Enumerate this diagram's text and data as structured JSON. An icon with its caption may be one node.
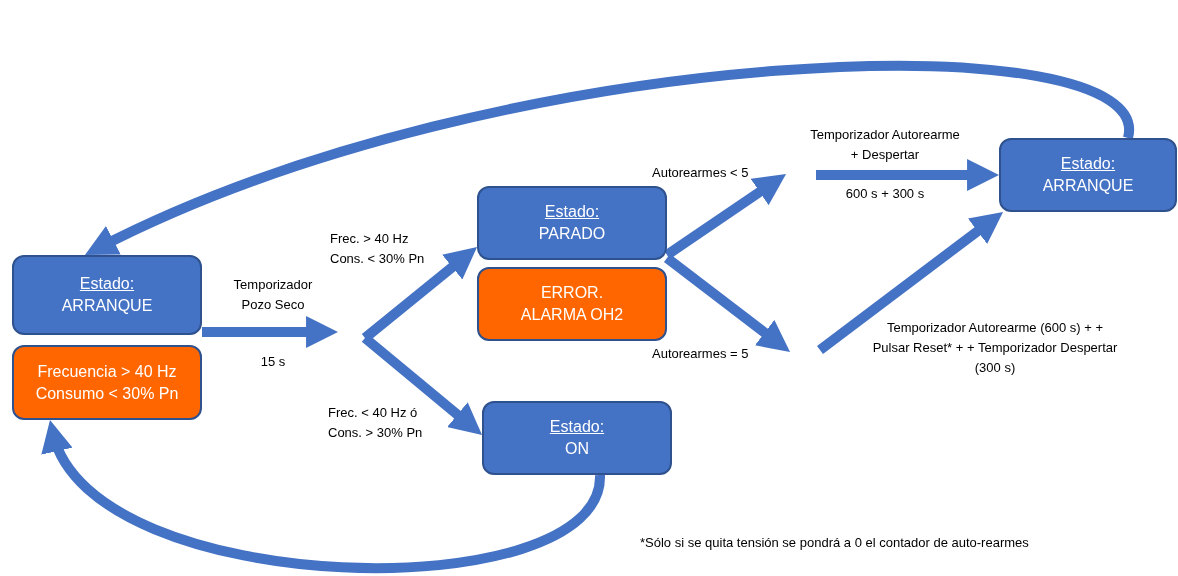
{
  "diagram": {
    "nodes": [
      {
        "text": [
          "Estado:",
          "ARRANQUE"
        ]
      },
      {
        "text": [
          "Frecuencia > 40 Hz Consumo < 30% Pn"
        ]
      },
      {
        "text": [
          "Estado:",
          "PARADO"
        ]
      },
      {
        "text": [
          "ERROR. ALARMA OH2"
        ]
      },
      {
        "text": [
          "Estado:",
          "ON"
        ]
      },
      {
        "text": [
          "Estado:",
          "ARRANQUE"
        ]
      }
    ],
    "edges": [
      {
        "from": 0,
        "to": null,
        "arrow": "to"
      },
      {
        "from": null,
        "to": 2,
        "arrow": "to",
        "label": "Frec. > 40 Hz Cons. < 30% Pn"
      },
      {
        "from": null,
        "to": 4,
        "arrow": "to",
        "label": "Frec. < 40 Hz ó Cons. > 30% Pn"
      },
      {
        "from": 2,
        "to": null,
        "arrow": "to",
        "label": "Autorearmes < 5"
      },
      {
        "from": 2,
        "to": null,
        "arrow": "to",
        "label": "Autorearmes = 5"
      },
      {
        "from": null,
        "to": 5,
        "arrow": "to"
      },
      {
        "from": null,
        "to": 5,
        "arrow": "to"
      },
      {
        "from": 5,
        "to": 0,
        "arrow": "to"
      },
      {
        "from": 4,
        "to": 1,
        "arrow": "to"
      }
    ],
    "labels": [
      "Temporizador Pozo Seco",
      "15 s",
      "Temporizador Autorearme + Despertar",
      "600 s + 300 s",
      "Temporizador Autorearme (600 s) + + Pulsar Reset* + + Temporizador Despertar (300 s)",
      "*Sólo si se quita tensión se pondrá a 0 el contador de auto-rearmes"
    ]
  }
}
